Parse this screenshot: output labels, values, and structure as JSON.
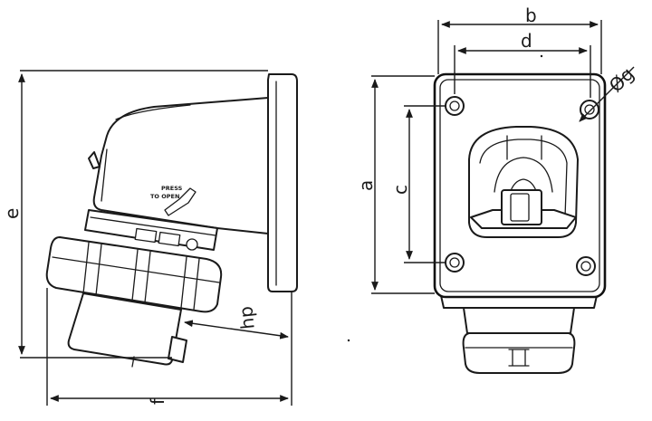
{
  "figure": {
    "side_view": {
      "press_text_line1": "PRESS",
      "press_text_line2": "TO OPEN",
      "dim_e": "e",
      "dim_f": "f",
      "dim_hp": "hp"
    },
    "front_view": {
      "dim_a": "a",
      "dim_b": "b",
      "dim_c": "c",
      "dim_d": "d",
      "dim_hole": "Øg"
    }
  }
}
